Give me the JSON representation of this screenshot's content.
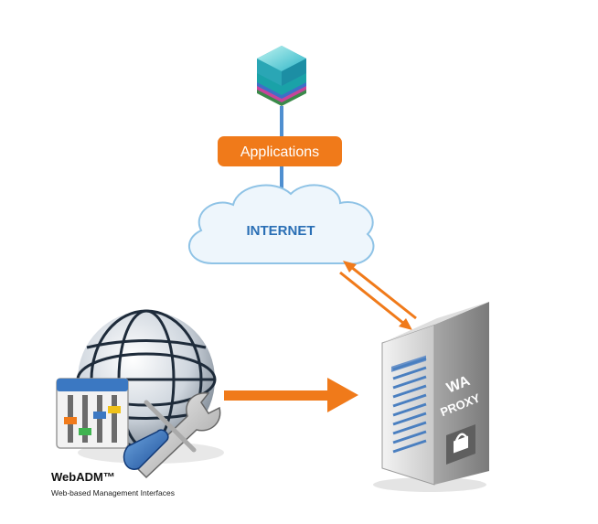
{
  "diagram": {
    "applications_label": "Applications",
    "internet_label": "INTERNET",
    "proxy_label_line1": "WA",
    "proxy_label_line2": "PROXY",
    "webadm_title": "WebADM™",
    "webadm_subtitle": "Web-based Management Interfaces"
  },
  "colors": {
    "orange": "#f07a1a",
    "cloud_fill": "#eef6fc",
    "cloud_stroke": "#8fc3e6",
    "internet_text": "#2a6fb5",
    "connector": "#4f8fd0"
  },
  "icons": {
    "applications": "stacked-layers-icon",
    "webadm": "globe-with-wrench-and-sliders-icon",
    "proxy": "server-tower-icon",
    "lock": "lock-icon"
  }
}
